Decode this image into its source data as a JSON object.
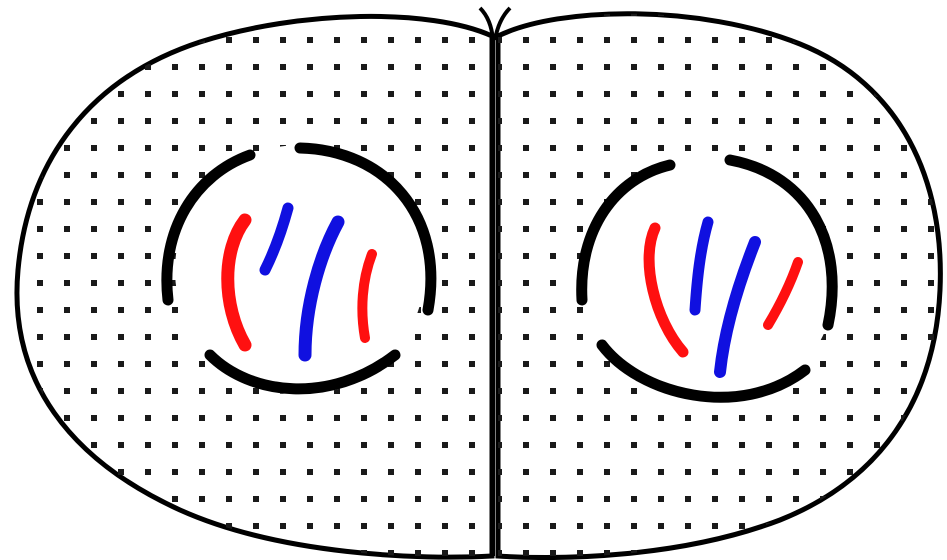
{
  "colors": {
    "outline": "#000000",
    "cytoplasm_dots": "#1a1a1a",
    "background": "#ffffff",
    "chromosome_red": "#ff1010",
    "chromosome_blue": "#1010e0"
  },
  "cells": [
    {
      "name": "left-daughter-cell",
      "chromosomes": [
        "red",
        "blue",
        "blue",
        "red"
      ]
    },
    {
      "name": "right-daughter-cell",
      "chromosomes": [
        "red",
        "blue",
        "blue",
        "red"
      ]
    }
  ]
}
